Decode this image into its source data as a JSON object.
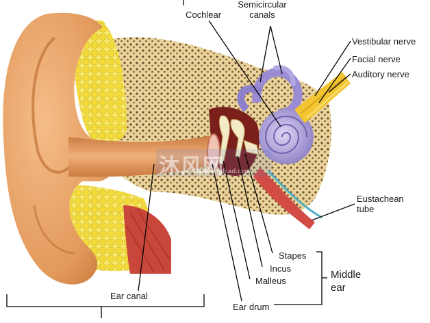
{
  "labels": {
    "cochlear": "Cochlear",
    "semicircular_1": "Semicircular",
    "semicircular_2": "canals",
    "vestibular_nerve": "Vestibular nerve",
    "facial_nerve": "Facial  nerve",
    "auditory_nerve": "Auditory nerve",
    "eustachean_1": "Eustachean",
    "eustachean_2": "tube",
    "stapes": "Stapes",
    "incus": "Incus",
    "malleus": "Malleus",
    "middle_ear_1": "Middle",
    "middle_ear_2": "ear",
    "ear_canal": "Ear canal",
    "ear_drum": "Ear drum"
  },
  "watermark": {
    "brand": "沐风网",
    "url": "www.mfcad.com"
  },
  "colors": {
    "skin": "#e8a36a",
    "skin_dark": "#c97a3f",
    "bone": "#e9d39a",
    "bone_dots": "#6b4a2a",
    "fat": "#f3e35a",
    "cochlea": "#a89ad8",
    "nerve": "#f2c531",
    "muscle": "#c9473a"
  }
}
